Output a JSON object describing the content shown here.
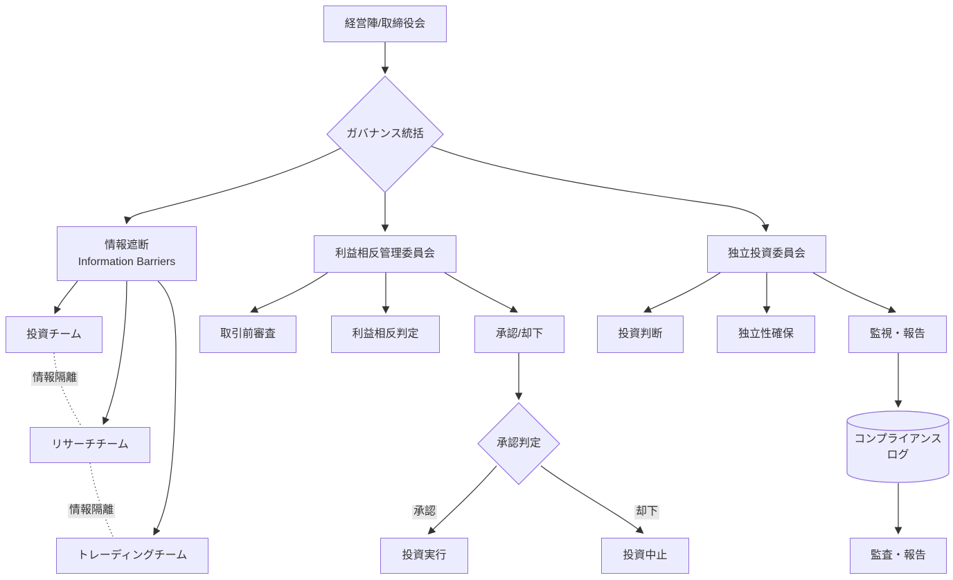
{
  "diagram": {
    "type": "flowchart",
    "colors": {
      "node_fill": "#ECECFF",
      "node_border": "#9370DB",
      "edge": "#333333",
      "text": "#333333",
      "edge_label_bg": "#e8e8e8",
      "background": "#ffffff"
    },
    "nodes": {
      "board": {
        "label": "経営陣/取締役会"
      },
      "governance": {
        "label": "ガバナンス統括"
      },
      "info_barrier": {
        "line1": "情報遮断",
        "line2": "Information Barriers"
      },
      "invest_team": {
        "label": "投資チーム"
      },
      "research_team": {
        "label": "リサーチチーム"
      },
      "trading_team": {
        "label": "トレーディングチーム"
      },
      "coi_committee": {
        "label": "利益相反管理委員会"
      },
      "pre_trade_review": {
        "label": "取引前審査"
      },
      "coi_judgement": {
        "label": "利益相反判定"
      },
      "approve_reject": {
        "label": "承認/却下"
      },
      "approval_decision": {
        "label": "承認判定"
      },
      "invest_execute": {
        "label": "投資実行"
      },
      "invest_stop": {
        "label": "投資中止"
      },
      "indep_committee": {
        "label": "独立投資委員会"
      },
      "invest_decision": {
        "label": "投資判断"
      },
      "independence": {
        "label": "独立性確保"
      },
      "monitoring": {
        "label": "監視・報告"
      },
      "compliance_log": {
        "line1": "コンプライアンス",
        "line2": "ログ"
      },
      "audit": {
        "label": "監査・報告"
      }
    },
    "edge_labels": {
      "isolation_1": "情報隔離",
      "isolation_2": "情報隔離",
      "approve": "承認",
      "reject": "却下"
    }
  }
}
